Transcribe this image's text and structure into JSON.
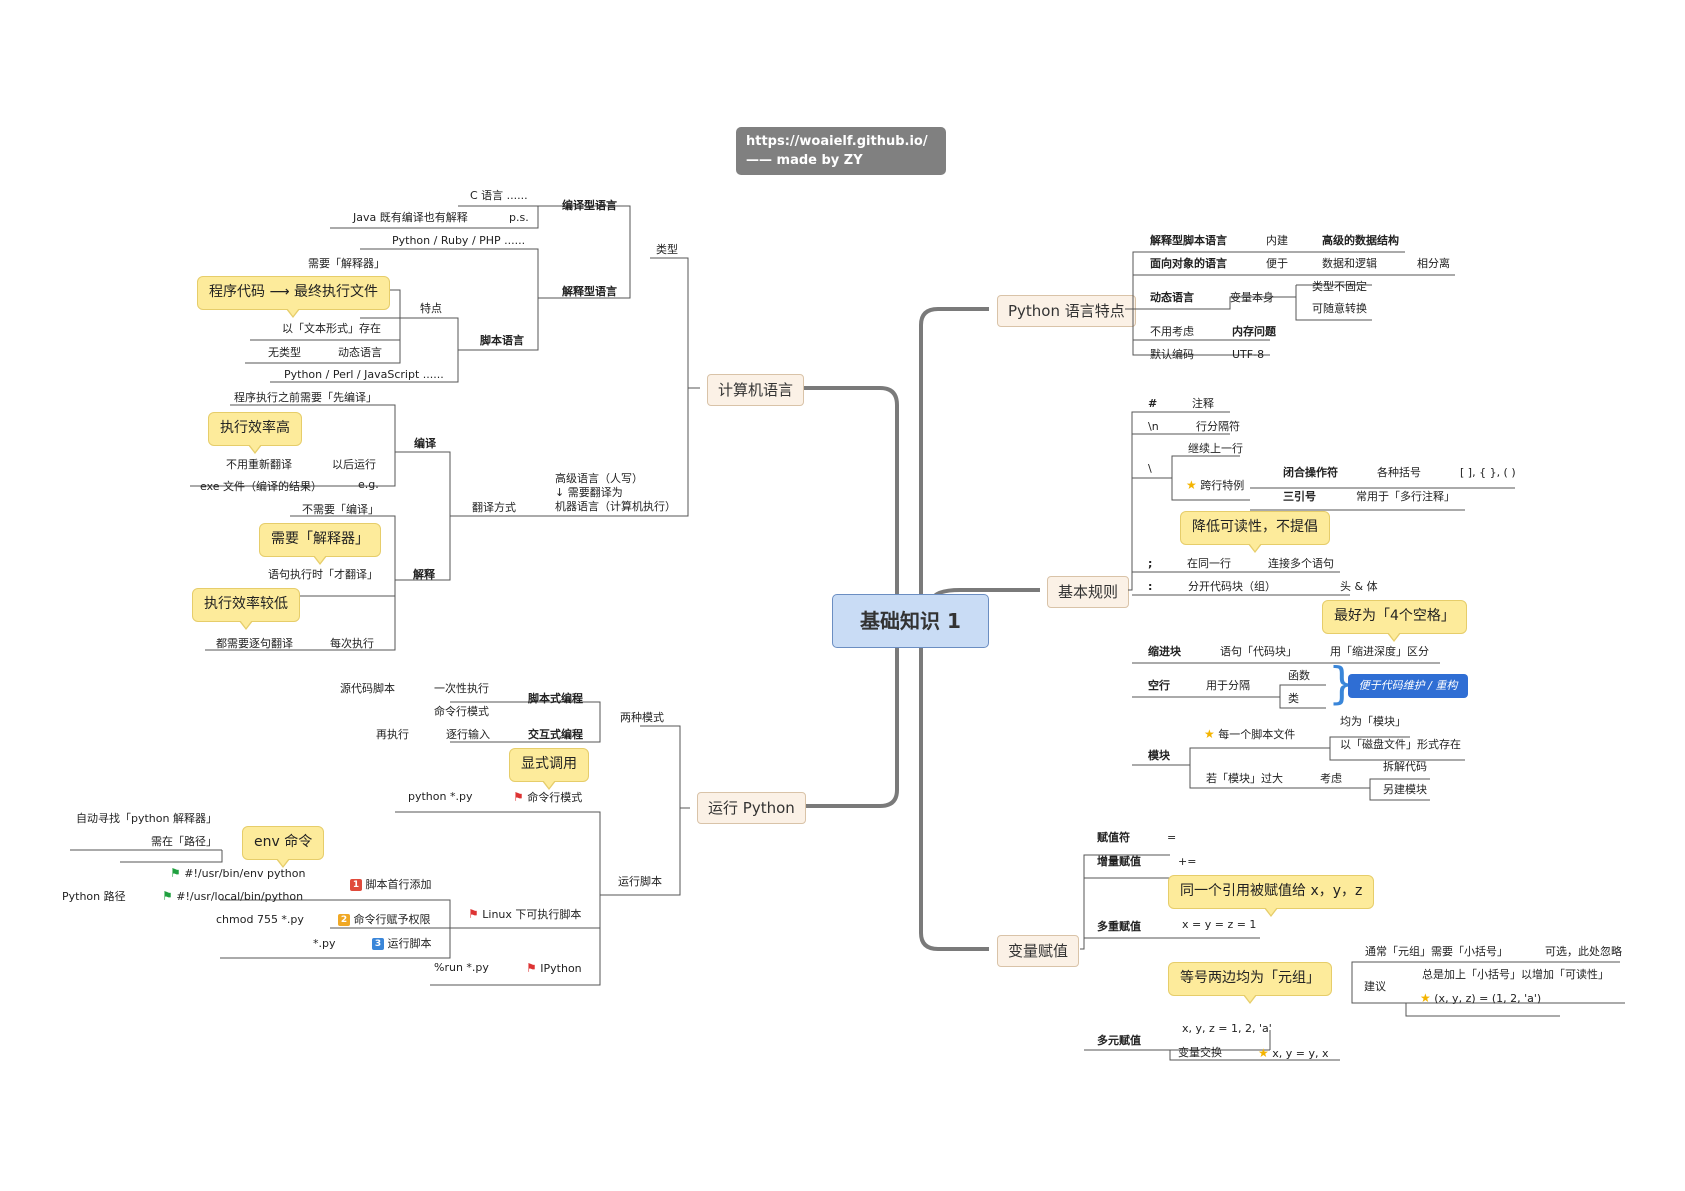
{
  "url_box": {
    "line1": "https://woaielf.github.io/",
    "line2": "—— made by ZY"
  },
  "center": "基础知识 1",
  "branches": {
    "computer_lang": "计算机语言",
    "run_python": "运行 Python",
    "python_features": "Python 语言特点",
    "basic_rules": "基本规则",
    "var_assign": "变量赋值"
  },
  "computer_lang": {
    "type": "类型",
    "compiled": "编译型语言",
    "c": "C 语言 ......",
    "ps": "p.s.",
    "java": "Java 既有编译也有解释",
    "interpreted": "解释型语言",
    "pyruby": "Python / Ruby / PHP ......",
    "need_interp": "需要「解释器」",
    "callout_code": "程序代码 ⟶ 最终执行文件",
    "features": "特点",
    "text_form": "以「文本形式」存在",
    "script_lang": "脚本语言",
    "untyped": "无类型",
    "dynamic": "动态语言",
    "perl": "Python / Perl / JavaScript ......",
    "compile_first": "程序执行之前需要「先编译」",
    "callout_fast": "执行效率高",
    "compile": "编译",
    "no_retranslate": "不用重新翻译",
    "run_later": "以后运行",
    "exe": "exe 文件（编译的结果）",
    "eg": "e.g.",
    "translate_method": "翻译方式",
    "high_level": "高级语言（人写）",
    "need_translate": "↓  需要翻译为",
    "machine": "机器语言（计算机执行）",
    "no_compile": "不需要「编译」",
    "callout_interp": "需要「解释器」",
    "interpret": "解释",
    "translate_runtime": "语句执行时「才翻译」",
    "callout_slow": "执行效率较低",
    "line_by_line": "都需要逐句翻译",
    "each_time": "每次执行"
  },
  "run_python": {
    "two_modes": "两种模式",
    "script_prog": "脚本式编程",
    "source_script": "源代码脚本",
    "once": "一次性执行",
    "cmd_mode": "命令行模式",
    "interactive": "交互式编程",
    "re_exec": "再执行",
    "line_input": "逐行输入",
    "callout_explicit": "显式调用",
    "python_py": "python *.py",
    "cmd_mode2": "命令行模式",
    "auto_find": "自动寻找「python 解释器」",
    "need_path": "需在「路径」",
    "callout_env": "env 命令",
    "env_python": "#!/usr/bin/env python",
    "python_path": "Python 路径",
    "local_python": "#!/usr/local/bin/python",
    "first_line": "脚本首行添加",
    "chmod": "chmod 755 *.py",
    "grant": "命令行赋予权限",
    "run_dotpy": "*.py",
    "run_script": "运行脚本",
    "linux_exec": "Linux 下可执行脚本",
    "run_scripts": "运行脚本",
    "run_percent": "%run *.py",
    "ipython": "IPython",
    "num1": "1",
    "num2": "2",
    "num3": "3"
  },
  "python_features": {
    "interp_script": "解释型脚本语言",
    "builtin": "内建",
    "hi_data": "高级的数据结构",
    "oop": "面向对象的语言",
    "convenient": "便于",
    "data_logic": "数据和逻辑",
    "separate": "相分离",
    "dyn_lang": "动态语言",
    "var_itself": "变量本身",
    "type_unfixed": "类型不固定",
    "convertible": "可随意转换",
    "no_consider": "不用考虑",
    "mem_issue": "内存问题",
    "default_enc": "默认编码",
    "utf8": "UTF-8"
  },
  "basic_rules": {
    "hash": "#",
    "comment": "注释",
    "newline": "\\n",
    "line_sep": "行分隔符",
    "backslash": "\\",
    "continue": "继续上一行",
    "cross_line": "跨行特例",
    "closed_op": "闭合操作符",
    "brackets": "各种括号",
    "bracket_syms": "[ ], { }, ( )",
    "triple_quote": "三引号",
    "multi_comment": "常用于「多行注释」",
    "callout_readability": "降低可读性，不提倡",
    "semicolon": ";",
    "same_line": "在同一行",
    "connect": "连接多个语句",
    "colon": ":",
    "split_block": "分开代码块（组）",
    "head_body": "头 & 体",
    "callout_4space": "最好为「4个空格」",
    "indent": "缩进块",
    "stmt_block": "语句「代码块」",
    "indent_depth": "用「缩进深度」区分",
    "blank_line": "空行",
    "used_sep": "用于分隔",
    "function": "函数",
    "class": "类",
    "maintain": "便于代码维护 / 重构",
    "module": "模块",
    "each_script": "每一个脚本文件",
    "is_module": "均为「模块」",
    "disk_file": "以「磁盘文件」形式存在",
    "too_big": "若「模块」过大",
    "consider": "考虑",
    "split_code": "拆解代码",
    "new_module": "另建模块"
  },
  "var_assign": {
    "assign_op": "赋值符",
    "eq": "=",
    "incr": "增量赋值",
    "plus_eq": "+=",
    "callout_ref": "同一个引用被赋值给 x，y，z",
    "multi": "多重赋值",
    "xyz1": "x = y = z = 1",
    "tuple_need": "通常「元组」需要「小括号」",
    "optional": "可选，此处忽略",
    "callout_tuple": "等号两边均为「元组」",
    "suggest": "建议",
    "always_add": "总是加上「小括号」以增加「可读性」",
    "tuple_ex": "(x, y, z) = (1, 2, 'a')",
    "multi_elem": "多元赋值",
    "xyz_1a": "x, y, z = 1, 2, 'a'",
    "swap": "变量交换",
    "swap_ex": "x, y = y, x"
  },
  "colors": {
    "center_fill": "#c9dcf5",
    "callout_fill": "#fdeb9b",
    "node_fill": "#fbf1e6",
    "accent_blue": "#2f6ed4",
    "trunk": "#7a7a7a"
  }
}
